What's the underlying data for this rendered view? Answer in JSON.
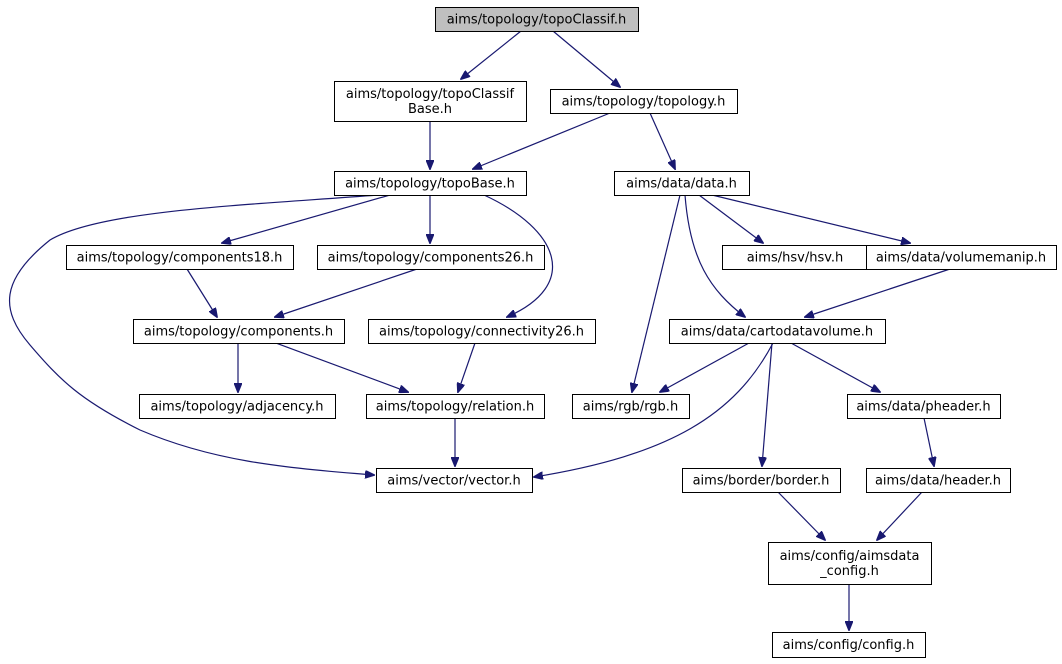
{
  "colors": {
    "edge": "#191970",
    "node_fill": "#ffffff",
    "root_fill": "#bfbfbf",
    "node_border": "#000000"
  },
  "nodes": [
    {
      "id": "topoClassif",
      "lines": [
        "aims/topology/topoClassif.h"
      ],
      "root": true
    },
    {
      "id": "topoClassifBase",
      "lines": [
        "aims/topology/topoClassif",
        "Base.h"
      ]
    },
    {
      "id": "topology",
      "lines": [
        "aims/topology/topology.h"
      ]
    },
    {
      "id": "topoBase",
      "lines": [
        "aims/topology/topoBase.h"
      ]
    },
    {
      "id": "data",
      "lines": [
        "aims/data/data.h"
      ]
    },
    {
      "id": "components18",
      "lines": [
        "aims/topology/components18.h"
      ]
    },
    {
      "id": "components26",
      "lines": [
        "aims/topology/components26.h"
      ]
    },
    {
      "id": "hsv",
      "lines": [
        "aims/hsv/hsv.h"
      ]
    },
    {
      "id": "volumemanip",
      "lines": [
        "aims/data/volumemanip.h"
      ]
    },
    {
      "id": "components",
      "lines": [
        "aims/topology/components.h"
      ]
    },
    {
      "id": "connectivity26",
      "lines": [
        "aims/topology/connectivity26.h"
      ]
    },
    {
      "id": "cartodatavolume",
      "lines": [
        "aims/data/cartodatavolume.h"
      ]
    },
    {
      "id": "adjacency",
      "lines": [
        "aims/topology/adjacency.h"
      ]
    },
    {
      "id": "relation",
      "lines": [
        "aims/topology/relation.h"
      ]
    },
    {
      "id": "rgb",
      "lines": [
        "aims/rgb/rgb.h"
      ]
    },
    {
      "id": "pheader",
      "lines": [
        "aims/data/pheader.h"
      ]
    },
    {
      "id": "vector",
      "lines": [
        "aims/vector/vector.h"
      ]
    },
    {
      "id": "border",
      "lines": [
        "aims/border/border.h"
      ]
    },
    {
      "id": "header",
      "lines": [
        "aims/data/header.h"
      ]
    },
    {
      "id": "aimsdata_config",
      "lines": [
        "aims/config/aimsdata",
        "_config.h"
      ]
    },
    {
      "id": "config",
      "lines": [
        "aims/config/config.h"
      ]
    }
  ],
  "edges": [
    [
      "topoClassif",
      "topoClassifBase"
    ],
    [
      "topoClassif",
      "topology"
    ],
    [
      "topoClassifBase",
      "topoBase"
    ],
    [
      "topology",
      "topoBase"
    ],
    [
      "topology",
      "data"
    ],
    [
      "topoBase",
      "vector"
    ],
    [
      "topoBase",
      "components18"
    ],
    [
      "topoBase",
      "components26"
    ],
    [
      "topoBase",
      "connectivity26"
    ],
    [
      "components18",
      "components"
    ],
    [
      "components26",
      "components"
    ],
    [
      "components",
      "adjacency"
    ],
    [
      "components",
      "relation"
    ],
    [
      "connectivity26",
      "relation"
    ],
    [
      "relation",
      "vector"
    ],
    [
      "data",
      "rgb"
    ],
    [
      "data",
      "cartodatavolume"
    ],
    [
      "data",
      "hsv"
    ],
    [
      "data",
      "volumemanip"
    ],
    [
      "volumemanip",
      "cartodatavolume"
    ],
    [
      "cartodatavolume",
      "rgb"
    ],
    [
      "cartodatavolume",
      "vector"
    ],
    [
      "cartodatavolume",
      "border"
    ],
    [
      "cartodatavolume",
      "pheader"
    ],
    [
      "pheader",
      "header"
    ],
    [
      "border",
      "aimsdata_config"
    ],
    [
      "header",
      "aimsdata_config"
    ],
    [
      "aimsdata_config",
      "config"
    ]
  ]
}
